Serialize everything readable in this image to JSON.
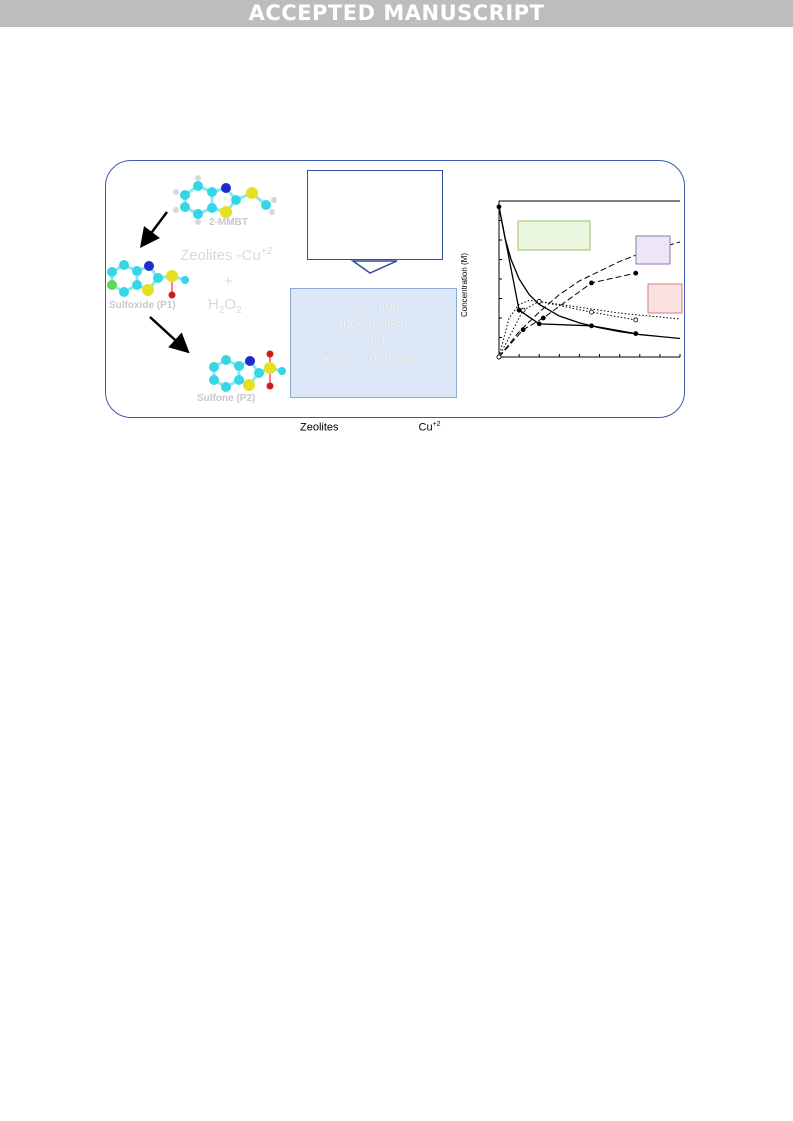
{
  "banner": {
    "text": "ACCEPTED MANUSCRIPT"
  },
  "molecules": {
    "mmbt": "2-MMBT",
    "p1": "Sulfoxide (P1)",
    "p2": "Sulfone (P2)"
  },
  "reagents": {
    "catalyst": "Zeolites -Cu",
    "catalyst_sup": "+2",
    "plus": "+",
    "oxidant": "H",
    "oxidant_sub1": "2",
    "oxidant_mid": "O",
    "oxidant_sub2": "2"
  },
  "mechanism": {
    "line1": "Reaction",
    "line2": "mechanism",
    "line3": "and",
    "line4": "kinetic modelling"
  },
  "chart": {
    "ylabel": "Concentration (M)"
  },
  "caption": {
    "left": "Zeolites",
    "right": "Cu",
    "sup": "+2"
  },
  "colors": {
    "frame": "#3b5aa8",
    "carbon": "#35d7e6",
    "nitrogen": "#1f2ad1",
    "sulfur": "#e5e021",
    "oxygen": "#d21a1a",
    "hydrogen": "#d8d8d8",
    "legend_green": "#ebf6df",
    "legend_purple": "#ece6f6",
    "legend_red": "#fbe2e2"
  },
  "chart_data": {
    "type": "line",
    "title": "",
    "xlabel": "",
    "ylabel": "Concentration (M)",
    "xlim": [
      0,
      9
    ],
    "ylim": [
      0,
      8
    ],
    "series": [
      {
        "style": "solid-fit",
        "x": [
          0,
          0.3,
          0.6,
          1,
          1.5,
          2,
          3,
          4,
          5,
          6,
          7,
          8,
          9
        ],
        "y": [
          7.7,
          6.1,
          5.0,
          4.0,
          3.2,
          2.7,
          2.1,
          1.75,
          1.5,
          1.3,
          1.15,
          1.05,
          0.95
        ]
      },
      {
        "style": "solid-pts",
        "x": [
          0,
          1,
          2,
          4.6,
          6.8
        ],
        "y": [
          7.7,
          2.4,
          1.7,
          1.6,
          1.2
        ]
      },
      {
        "style": "dashed-fit",
        "x": [
          0,
          1,
          2,
          3,
          4,
          5,
          6,
          7,
          8,
          9
        ],
        "y": [
          0,
          1.3,
          2.3,
          3.2,
          3.9,
          4.4,
          4.9,
          5.3,
          5.6,
          5.9
        ]
      },
      {
        "style": "dashed-pts",
        "x": [
          0,
          1.2,
          2.2,
          4.6,
          6.8
        ],
        "y": [
          0,
          1.4,
          2.0,
          3.8,
          4.3
        ]
      },
      {
        "style": "dotted-fit",
        "x": [
          0,
          0.5,
          1,
          1.5,
          2,
          3,
          4,
          5,
          6,
          7,
          8,
          9
        ],
        "y": [
          0,
          2.0,
          2.7,
          2.9,
          2.85,
          2.7,
          2.55,
          2.4,
          2.25,
          2.15,
          2.05,
          1.95
        ]
      },
      {
        "style": "dotted-pts",
        "x": [
          0,
          1.2,
          2,
          4.6,
          6.8
        ],
        "y": [
          0,
          2.4,
          2.85,
          2.3,
          1.9
        ]
      }
    ]
  }
}
